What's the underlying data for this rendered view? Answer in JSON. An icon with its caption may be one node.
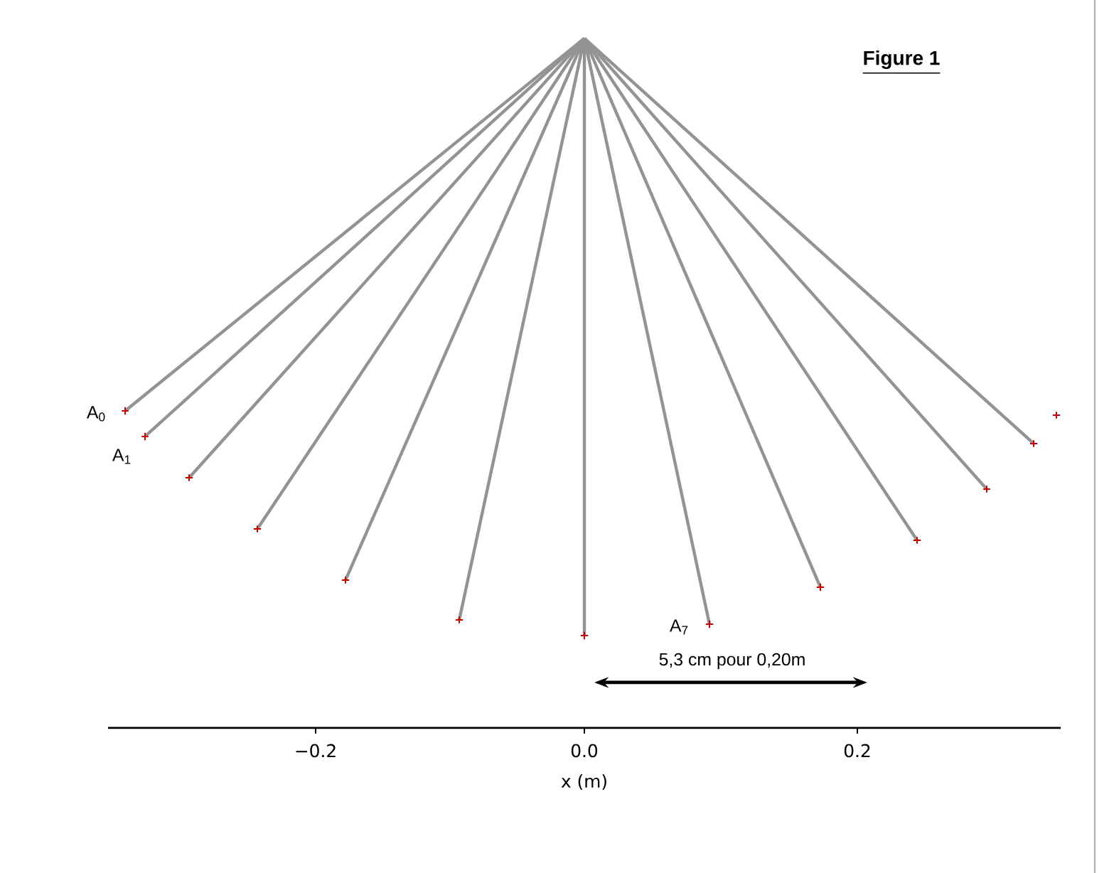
{
  "diagram": {
    "title": "Figure 1",
    "labels": [
      "A$_{0}$",
      "A$_{1}$",
      "A$_{7}$",
      "5,3 cm pour 0,20m",
      "−0.2",
      "0.0",
      "0.2",
      "x (m)"
    ]
  }
}
